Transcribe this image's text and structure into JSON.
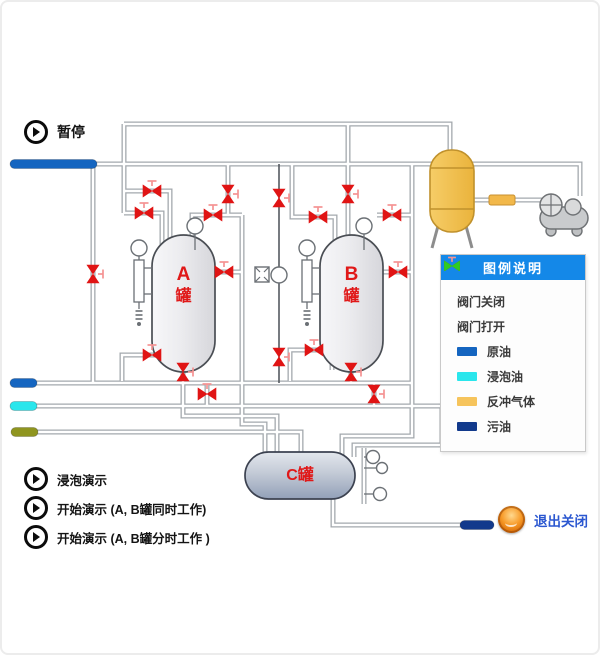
{
  "controls": {
    "pause": {
      "label": "暂停"
    },
    "demos": [
      {
        "label": "浸泡演示"
      },
      {
        "label": "开始演示 (A, B罐同时工作)"
      },
      {
        "label": "开始演示 (A, B罐分时工作 )"
      }
    ],
    "exit": {
      "label": "退出关闭",
      "label_color": "#2b57d0",
      "button_color": "#f08a1e"
    }
  },
  "tanks": [
    {
      "id": "A",
      "label_letter": "A",
      "label_char": "罐"
    },
    {
      "id": "B",
      "label_letter": "B",
      "label_char": "罐"
    },
    {
      "id": "C",
      "label": "C罐"
    }
  ],
  "legend": {
    "title": "图例说明",
    "header_color": "#1488e8",
    "items": [
      {
        "type": "valve",
        "label": "阀门关闭",
        "color": "#e01414"
      },
      {
        "type": "valve",
        "label": "阀门打开",
        "color": "#2ecc22"
      },
      {
        "type": "swatch",
        "label": "原油",
        "color": "#1565c0"
      },
      {
        "type": "swatch",
        "label": "浸泡油",
        "color": "#2ae6ec"
      },
      {
        "type": "swatch",
        "label": "反冲气体",
        "color": "#f6c45c"
      },
      {
        "type": "swatch",
        "label": "污油",
        "color": "#123a8c"
      }
    ]
  },
  "diagram": {
    "valves": {
      "count": 18,
      "state": "closed"
    },
    "valve_closed_color": "#e01414",
    "valve_stem_color": "#f59393",
    "pipe_color": "#a3a8ad",
    "instrument_color": "#6b7075",
    "vessel_gas_color": "#f2c351",
    "compressor_color": "#c9cbcd",
    "tank_c_label_color": "#e01818",
    "inlets": {
      "gas_top": "#1565c0",
      "crude_oil": "#1565c0",
      "soak_oil": "#2ae6ec",
      "backflush": "#8f951f",
      "dirty_oil_out": "#123a8c"
    }
  }
}
